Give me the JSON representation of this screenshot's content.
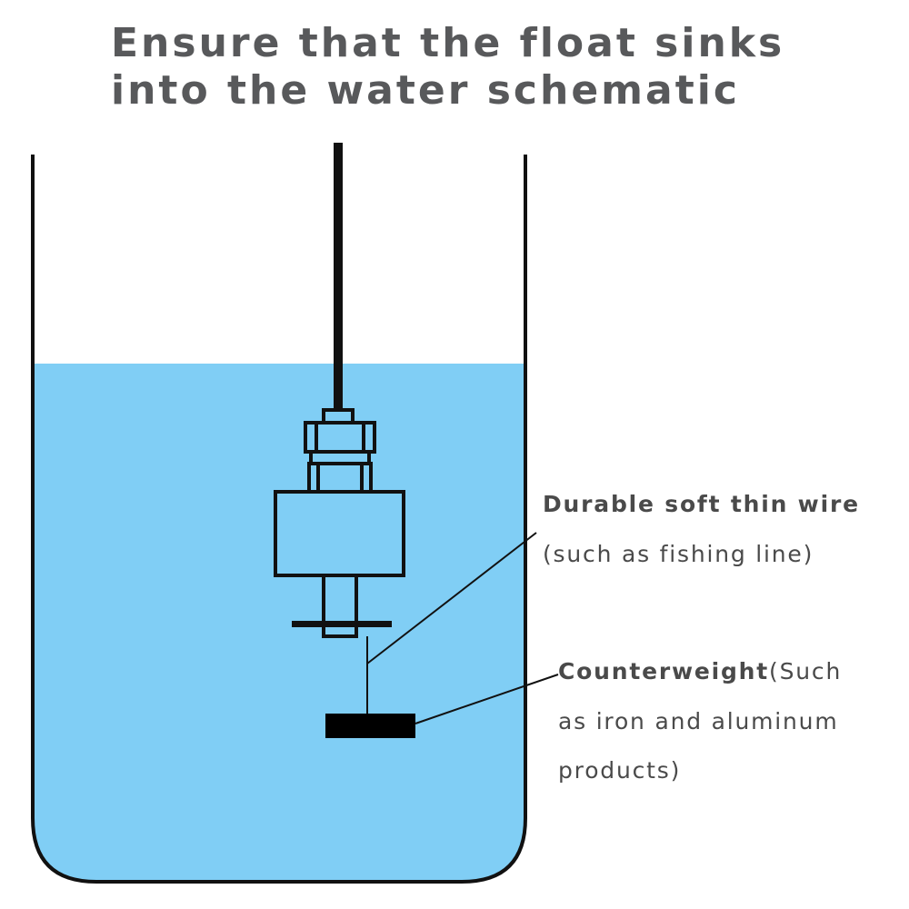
{
  "title": {
    "line1": "Ensure that the float sinks",
    "line2": "into the water schematic"
  },
  "labels": {
    "wire": {
      "title": "Durable soft thin wire",
      "subtitle": "(such as fishing line)"
    },
    "counterweight": {
      "title": "Counterweight",
      "line1_rest": "(Such",
      "line2": "as iron and aluminum",
      "line3": "products)"
    }
  },
  "colors": {
    "water": "#80cef5",
    "outline": "#111111",
    "title_text": "#58595b",
    "label_text": "#4a4a4a"
  }
}
